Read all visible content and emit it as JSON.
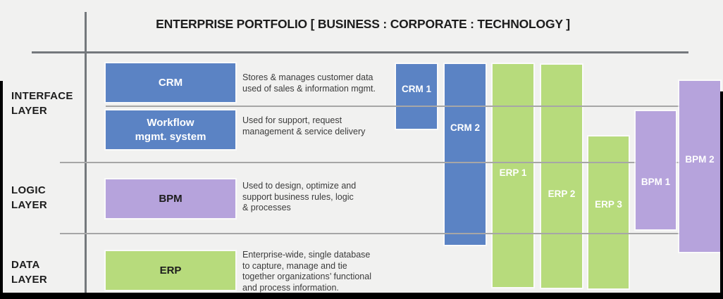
{
  "title": "ENTERPRISE PORTFOLIO [ BUSINESS : CORPORATE : TECHNOLOGY ]",
  "layers": [
    {
      "id": "interface",
      "label_lines": [
        "INTERFACE",
        "LAYER"
      ]
    },
    {
      "id": "logic",
      "label_lines": [
        "LOGIC",
        "LAYER"
      ]
    },
    {
      "id": "data",
      "label_lines": [
        "DATA",
        "LAYER"
      ]
    }
  ],
  "systems": [
    {
      "id": "crm",
      "name_lines": [
        "CRM"
      ],
      "color_key": "blue",
      "layer": "interface",
      "description_lines": [
        "Stores & manages customer data",
        "used of sales & information mgmt."
      ]
    },
    {
      "id": "workflow",
      "name_lines": [
        "Workflow",
        "mgmt. system"
      ],
      "color_key": "blue",
      "layer": "interface",
      "description_lines": [
        "Used for support, request",
        "management & service delivery"
      ]
    },
    {
      "id": "bpm",
      "name_lines": [
        "BPM"
      ],
      "color_key": "purple",
      "layer": "logic",
      "description_lines": [
        "Used to design, optimize and",
        "support business rules, logic",
        "& processes"
      ]
    },
    {
      "id": "erp",
      "name_lines": [
        "ERP"
      ],
      "color_key": "green",
      "layer": "data",
      "description_lines": [
        "Enterprise-wide, single database",
        "to capture, manage and tie",
        "together organizations’ functional",
        "and process information."
      ]
    }
  ],
  "bars": [
    {
      "label": "CRM 1",
      "system": "crm",
      "layers_spanned": [
        "interface"
      ]
    },
    {
      "label": "CRM 2",
      "system": "crm",
      "layers_spanned": [
        "interface",
        "logic"
      ]
    },
    {
      "label": "ERP 1",
      "system": "erp",
      "layers_spanned": [
        "interface",
        "logic",
        "data"
      ]
    },
    {
      "label": "ERP 2",
      "system": "erp",
      "layers_spanned": [
        "interface",
        "logic",
        "data"
      ]
    },
    {
      "label": "ERP 3",
      "system": "erp",
      "layers_spanned": [
        "interface",
        "logic",
        "data"
      ]
    },
    {
      "label": "BPM 1",
      "system": "bpm",
      "layers_spanned": [
        "interface",
        "logic"
      ]
    },
    {
      "label": "BPM 2",
      "system": "bpm",
      "layers_spanned": [
        "interface",
        "logic",
        "data"
      ]
    }
  ],
  "colors": {
    "blue": "#5b83c4",
    "purple": "#b6a3dc",
    "green": "#b7db7c",
    "bg": "#f1f1f0",
    "line_dark": "#74787c",
    "line_light": "#a6a6a6",
    "text_dark": "#1d1d1d",
    "text_desc": "#3b3b3b",
    "bar_text_light": "#ffffff",
    "frame": "#000000"
  }
}
